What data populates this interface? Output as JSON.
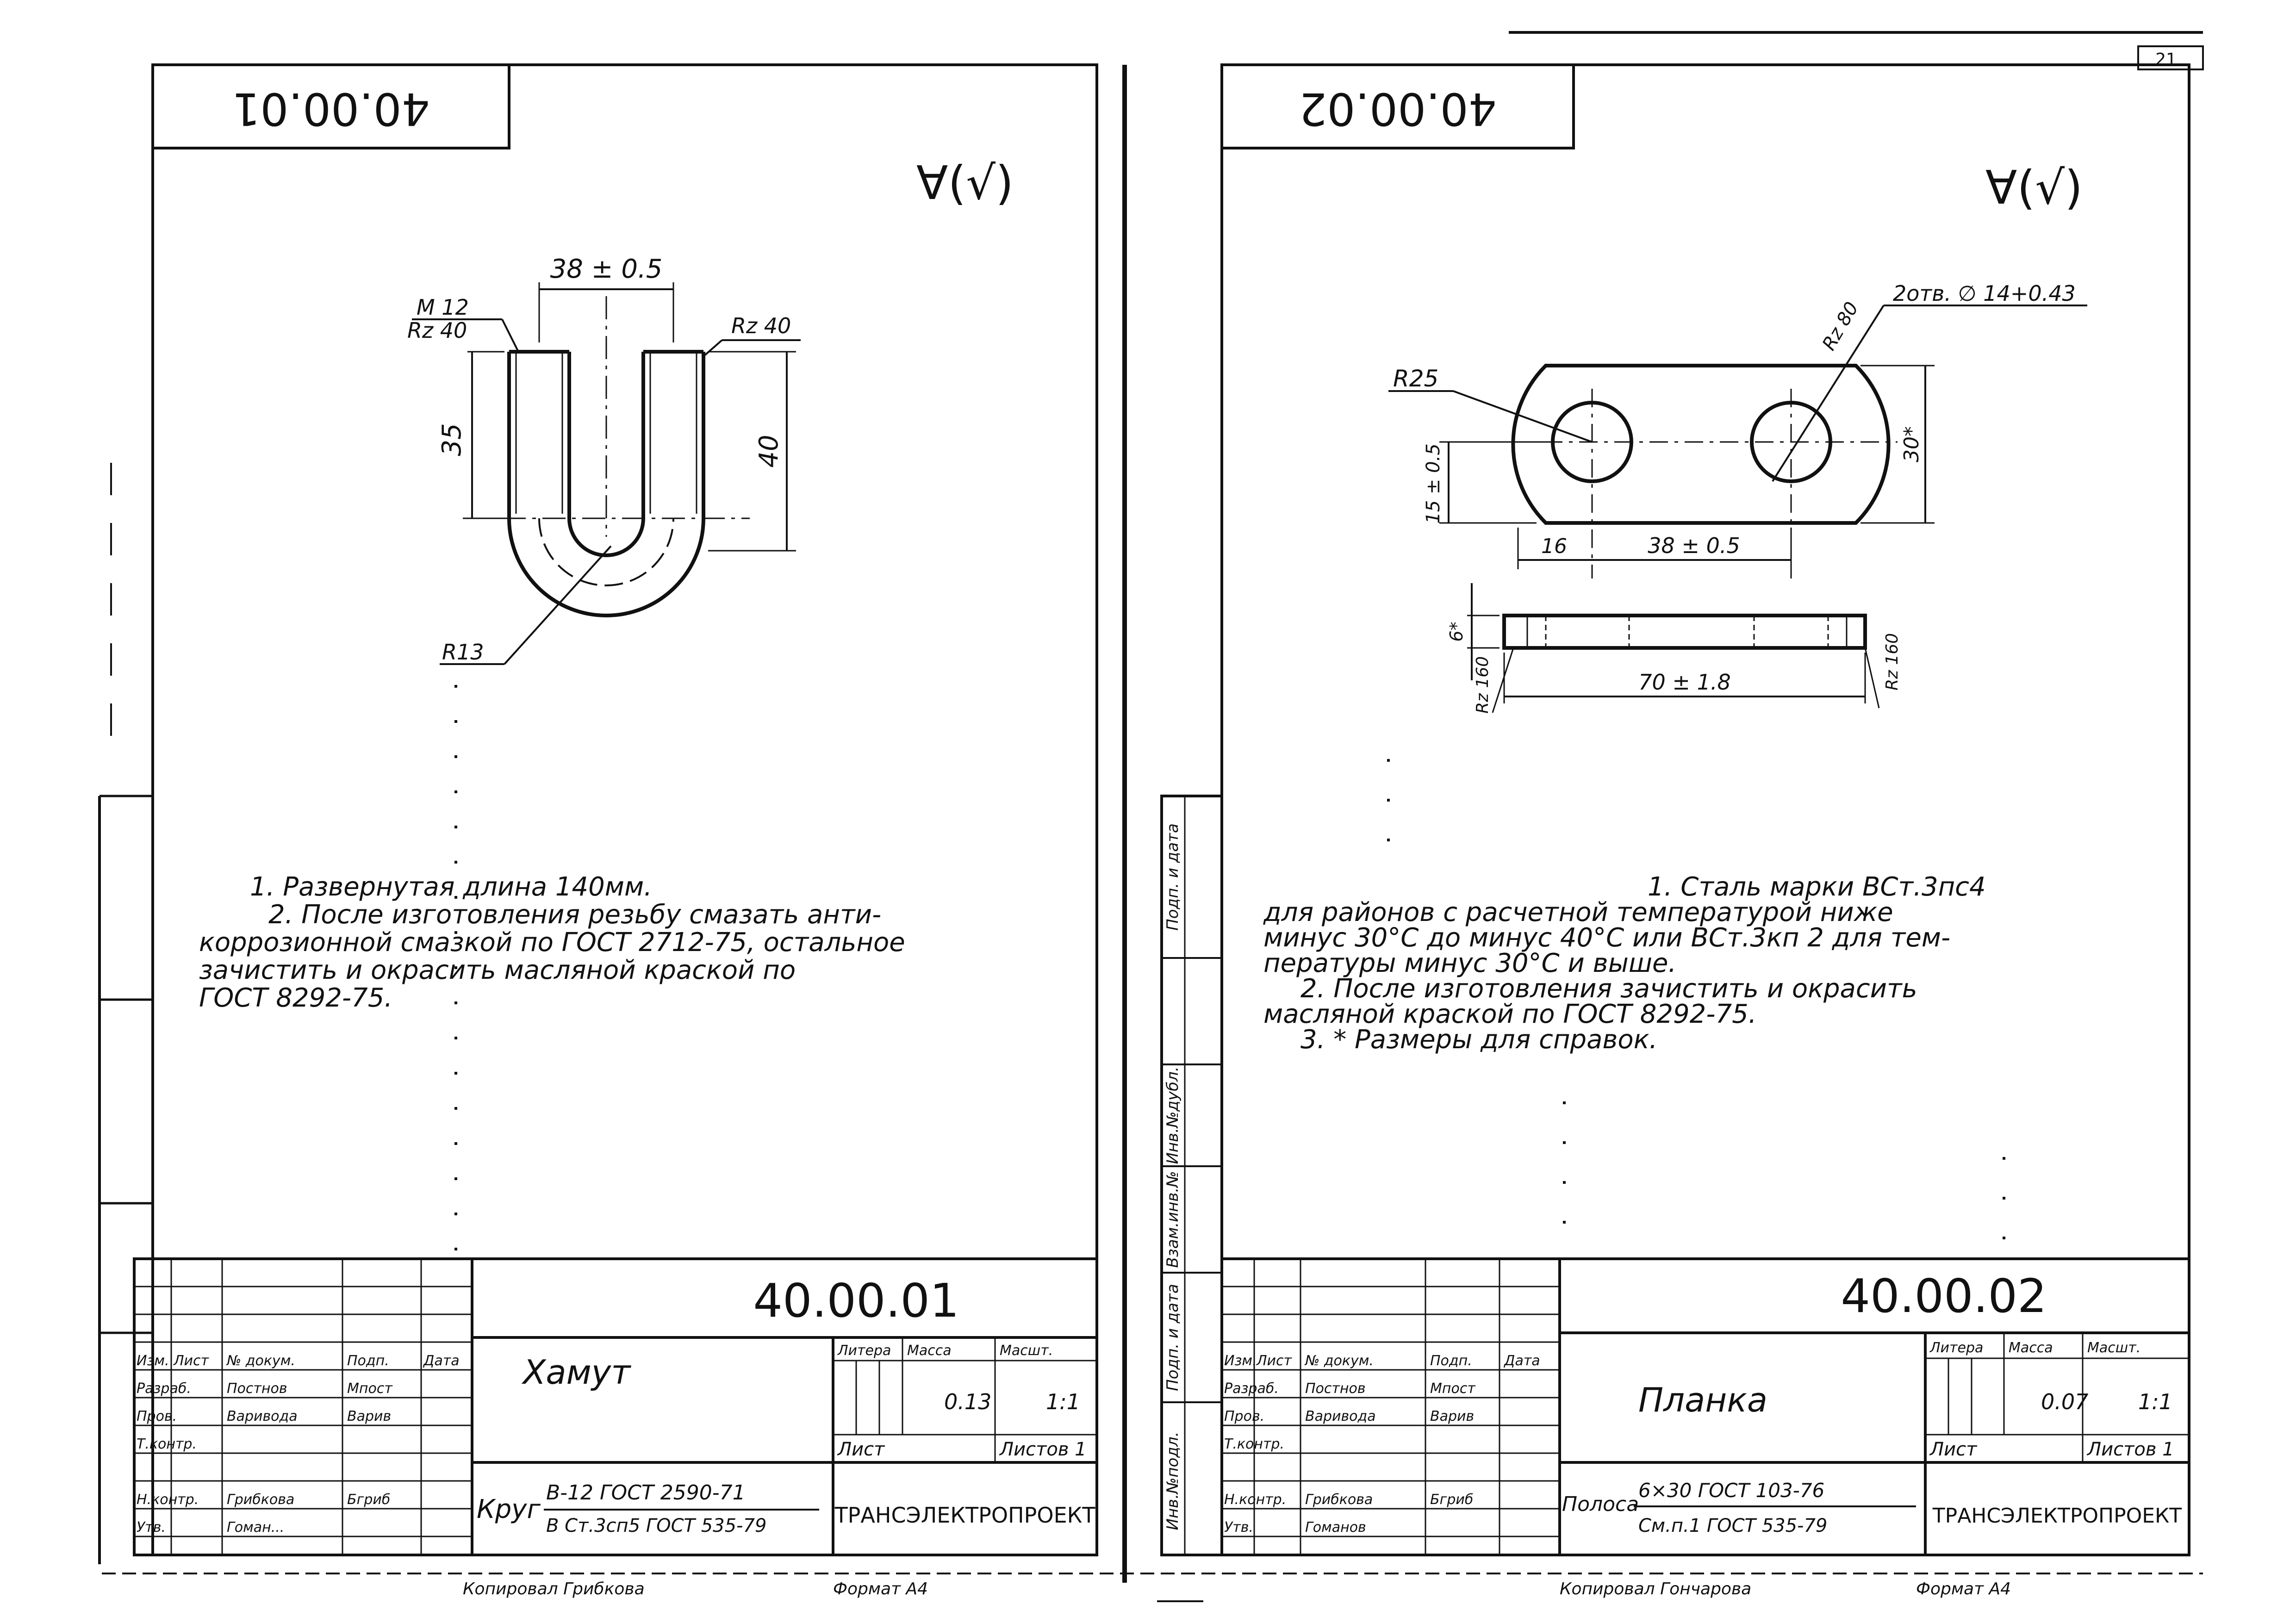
{
  "left": {
    "code_stamp": "40.00.01",
    "roughness_symbol": "∀(√)",
    "dims": {
      "thread": "M 12",
      "rz_left": "Rz 40",
      "rz_right": "Rz 40",
      "width": "38 ± 0.5",
      "thread_len": "35",
      "height": "40",
      "radius": "R13"
    },
    "notes": [
      "1. Развернутая длина 140мм.",
      "2. После изготовления резьбу смазать анти-",
      "коррозионной смазкой по ГОСТ 2712-75, остальное",
      "зачистить и окрасить масляной краской по",
      "ГОСТ 8292-75."
    ],
    "title_block": {
      "number": "40.00.01",
      "name": "Хамут",
      "headers": [
        "Изм.",
        "Лист",
        "№ докум.",
        "Подп.",
        "Дата"
      ],
      "rows": [
        [
          "Разраб.",
          "Постнов",
          "Мпост"
        ],
        [
          "Пров.",
          "Варивода",
          "Варив"
        ],
        [
          "Т.контр.",
          "",
          ""
        ],
        [
          "Н.контр.",
          "Грибкова",
          "Бгриб"
        ],
        [
          "Утв.",
          "Гоман...",
          ""
        ]
      ],
      "col_labels": [
        "Литера",
        "Масса",
        "Масшт."
      ],
      "mass": "0.13",
      "scale": "1:1",
      "sheet": "Лист",
      "sheets": "Листов 1",
      "material_prefix": "Круг",
      "material_top": "В-12 ГОСТ 2590-71",
      "material_bottom": "В Ст.3сп5 ГОСТ 535-79",
      "org": "ТРАНСЭЛЕКТРОПРОЕКТ",
      "footer_left": "Копировал Грибкова",
      "footer_right": "Формат А4"
    }
  },
  "right": {
    "code_stamp": "40.00.02",
    "roughness_symbol": "∀(√)",
    "corner_tag": "21",
    "dims": {
      "holes": "2отв. ∅ 14+0.43",
      "rz_top": "Rz 80",
      "radius": "R25",
      "offset": "15 ± 0.5",
      "height": "30*",
      "edge": "16",
      "span": "38 ± 0.5",
      "thickness": "6*",
      "rz_left": "Rz 160",
      "rz_right": "Rz 160",
      "length": "70 ± 1.8"
    },
    "notes": [
      "1. Сталь марки ВСт.3пс4",
      "для районов с расчетной температурой ниже",
      "минус 30°С до минус 40°С или ВСт.3кп 2 для тем-",
      "пературы минус 30°С и выше.",
      "2. После изготовления зачистить и окрасить",
      "масляной краской по ГОСТ 8292-75.",
      "3. * Размеры для справок."
    ],
    "side_labels": [
      "Инв.№подл.",
      "Подп. и дата",
      "Взам.инв.№",
      "Инв.№дубл.",
      "Подп. и дата"
    ],
    "title_block": {
      "number": "40.00.02",
      "name": "Планка",
      "headers": [
        "Изм.",
        "Лист",
        "№ докум.",
        "Подп.",
        "Дата"
      ],
      "rows": [
        [
          "Разраб.",
          "Постнов",
          "Мпост"
        ],
        [
          "Пров.",
          "Варивода",
          "Варив"
        ],
        [
          "Т.контр.",
          "",
          ""
        ],
        [
          "Н.контр.",
          "Грибкова",
          "Бгриб"
        ],
        [
          "Утв.",
          "Гоманов",
          ""
        ]
      ],
      "col_labels": [
        "Литера",
        "Масса",
        "Масшт."
      ],
      "mass": "0.07",
      "scale": "1:1",
      "sheet": "Лист",
      "sheets": "Листов 1",
      "material_prefix": "Полоса",
      "material_top": "6×30 ГОСТ 103-76",
      "material_bottom": "См.п.1 ГОСТ 535-79",
      "org": "ТРАНСЭЛЕКТРОПРОЕКТ",
      "footer_left": "Копировал Гончарова",
      "footer_right": "Формат А4"
    }
  }
}
